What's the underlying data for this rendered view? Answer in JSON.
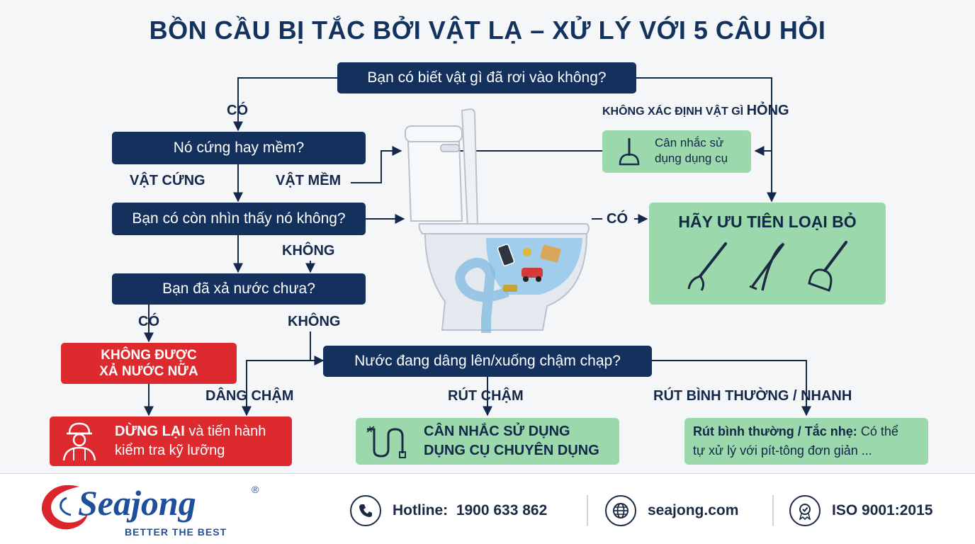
{
  "title": "BỒN CẦU BỊ TẮC BỞI VẬT LẠ – XỬ LÝ VỚI 5 CÂU HỎI",
  "nodes": {
    "q1": "Bạn có biết vật gì đã rơi vào không?",
    "q2": "Nó cứng hay mềm?",
    "q3": "Bạn có còn nhìn thấy nó không?",
    "q4": "Bạn đã xả nước chưa?",
    "q5": "Nước đang dâng lên/xuống chậm chạp?",
    "consider_tool": "Cân nhắc sử dụng dụng cụ",
    "priority": "HÃY ƯU TIÊN LOẠI BỎ",
    "no_flush_line1": "KHÔNG ĐƯỢC",
    "no_flush_line2": "XẢ NƯỚC NỮA",
    "stop_bold": "DỪNG LẠI",
    "stop_rest_line1": " và tiến hành",
    "stop_line2": "kiểm tra kỹ lưỡng",
    "pro_tool_line1": "CÂN NHẮC SỬ DỤNG",
    "pro_tool_line2": "DỤNG CỤ CHUYÊN DỤNG",
    "mild_bold": "Rút bình thường / Tắc nhẹ:",
    "mild_rest_line1": " Có thể",
    "mild_line2": "tự xử lý với pít-tông đơn giản ..."
  },
  "labels": {
    "co_1": "CÓ",
    "unknown_small": "KHÔNG XÁC ĐỊNH VẬT GÌ",
    "unknown_big": "HỎNG",
    "vat_cung": "VẬT CỨNG",
    "vat_mem": "VẬT MỀM",
    "co_2": "CÓ",
    "khong_1": "KHÔNG",
    "co_3": "CÓ",
    "khong_2": "KHÔNG",
    "dang_cham": "DÂNG CHẬM",
    "rut_cham": "RÚT CHẬM",
    "rut_nhanh": "RÚT BÌNH THƯỜNG / NHANH"
  },
  "footer": {
    "brand": "Seajong",
    "registered": "®",
    "tagline": "BETTER THE BEST",
    "hotline_label": "Hotline:",
    "hotline_number": "1900 633 862",
    "website": "seajong.com",
    "iso": "ISO 9001:2015"
  },
  "colors": {
    "navy": "#14305d",
    "green": "#9bd8ab",
    "red": "#dc2a2f",
    "brand_red": "#d9252b",
    "brand_blue": "#1f4f9a"
  },
  "icons": [
    "plunger-icon",
    "grabber-icon",
    "tongs-icon",
    "drain-pipe-icon",
    "worker-icon",
    "phone-icon",
    "globe-icon",
    "iso-badge-icon",
    "toilet-illustration"
  ]
}
